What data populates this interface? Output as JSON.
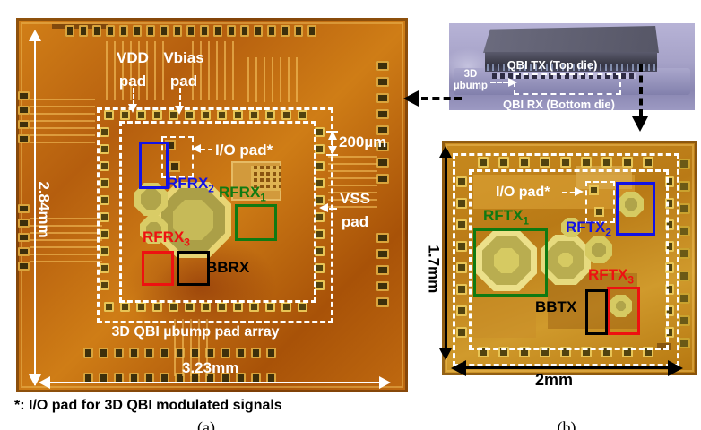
{
  "figure": {
    "footnote": "*: I/O pad for 3D QBI modulated signals",
    "caption_a": "(a)",
    "caption_b": "(b)"
  },
  "colors": {
    "blue": "#1212e6",
    "green": "#0f7a12",
    "red": "#ee1111",
    "black": "#000000",
    "white": "#ffffff",
    "die_a_gold": "#c9790f",
    "die_b_gold": "#c68a1d",
    "side_lavender": "#a9a6c9"
  },
  "panel_a": {
    "labels": {
      "vdd": {
        "line1": "VDD",
        "line2": "pad"
      },
      "vbias": {
        "line1": "Vbias",
        "line2": "pad"
      },
      "io_pad": "I/O pad*",
      "rfrx2": {
        "base": "RFRX",
        "sub": "2"
      },
      "rfrx1": {
        "base": "RFRX",
        "sub": "1"
      },
      "rfrx3": {
        "base": "RFRX",
        "sub": "3"
      },
      "bbrx": "BBRX",
      "vss": {
        "line1": "VSS",
        "line2": "pad"
      },
      "pitch": "200µm",
      "height": "2.84mm",
      "width": "3.23mm",
      "bump_array": "3D QBI µbump pad array"
    }
  },
  "panel_side": {
    "labels": {
      "top_die": "QBI TX (Top die)",
      "bump": {
        "line1": "3D",
        "line2": "µbump"
      },
      "bottom_die": "QBI RX (Bottom die)"
    }
  },
  "panel_b": {
    "labels": {
      "io_pad": "I/O pad*",
      "rftx1": {
        "base": "RFTX",
        "sub": "1"
      },
      "rftx2": {
        "base": "RFTX",
        "sub": "2"
      },
      "rftx3": {
        "base": "RFTX",
        "sub": "3"
      },
      "bbtx": "BBTX",
      "height": "1.7mm",
      "width": "2mm"
    }
  }
}
